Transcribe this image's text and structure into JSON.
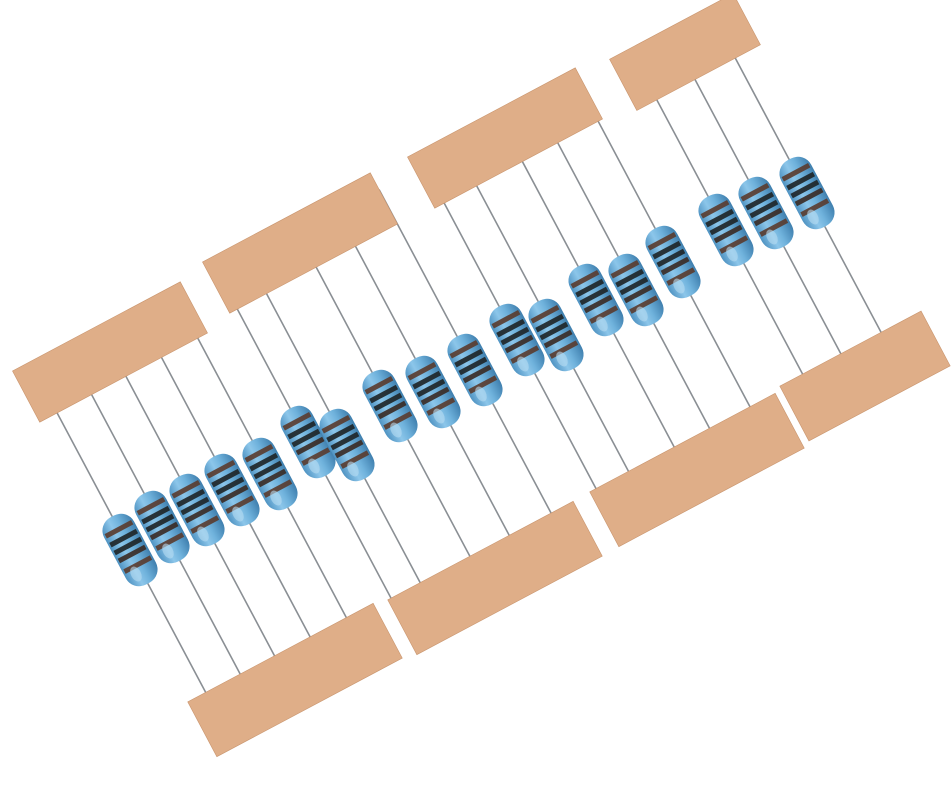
{
  "colors": {
    "background": "#ffffff",
    "tape": "#dfae88",
    "tape_edge": "#c9956e",
    "lead": "#8a8f94",
    "body": "#6fb2dc",
    "body_highlight": "#b8dcf2",
    "bands": [
      "#5a3b2e",
      "#1e2326",
      "#1e2326",
      "#3a2a24",
      "#5a3b2e"
    ]
  },
  "strips": [
    {
      "resistor_count": 5
    },
    {
      "resistor_count": 5
    },
    {
      "resistor_count": 5
    },
    {
      "resistor_count": 3
    }
  ]
}
